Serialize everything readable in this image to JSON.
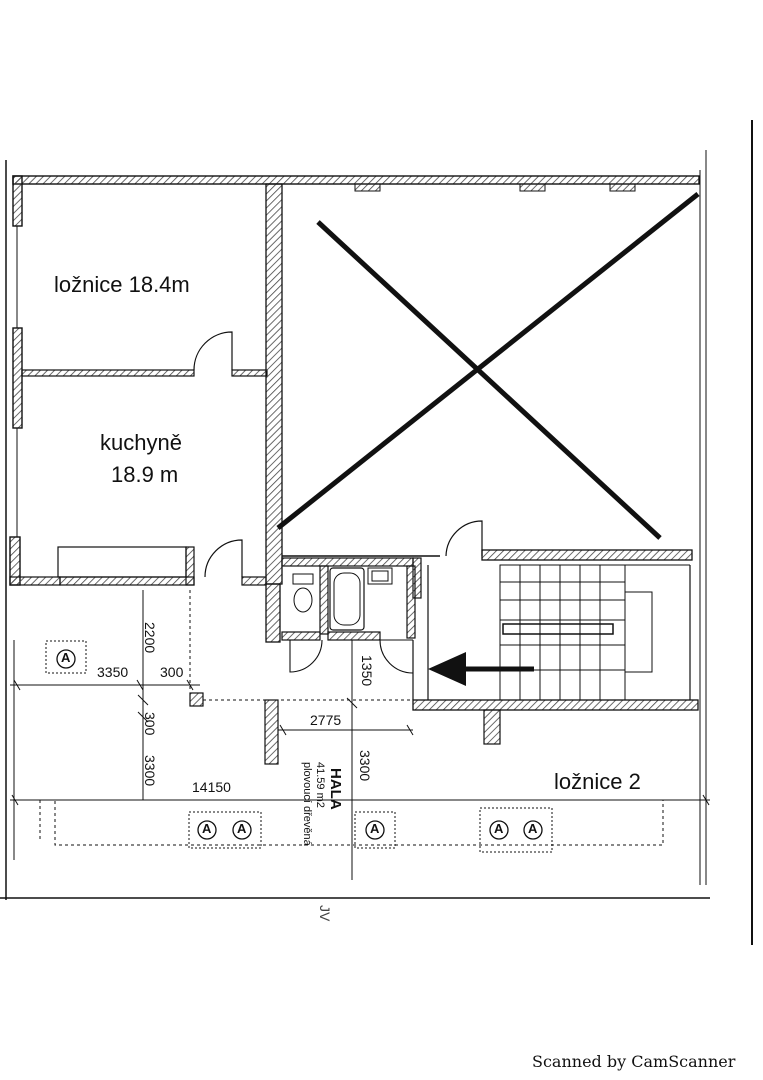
{
  "rooms": {
    "bedroom": "ložnice 18.4m",
    "kitchen_line1": "kuchyně",
    "kitchen_line2": "18.9 m",
    "bedroom2": "ložnice 2",
    "hall_title": "HALA",
    "hall_area": "41.59 m2",
    "hall_floor": "plovoucí dřevěná"
  },
  "dimensions": {
    "d3350": "3350",
    "d300_top": "300",
    "d2200": "2200",
    "d1350": "1350",
    "d300_side": "300",
    "d3300_left": "3300",
    "d2775": "2775",
    "d3300_center": "3300",
    "d14150": "14150"
  },
  "marker_label": "A",
  "orientation_mark": "JV",
  "footer": "Scanned by CamScanner",
  "colors": {
    "line": "#111111",
    "hatch": "#555555",
    "paper": "#ffffff"
  }
}
